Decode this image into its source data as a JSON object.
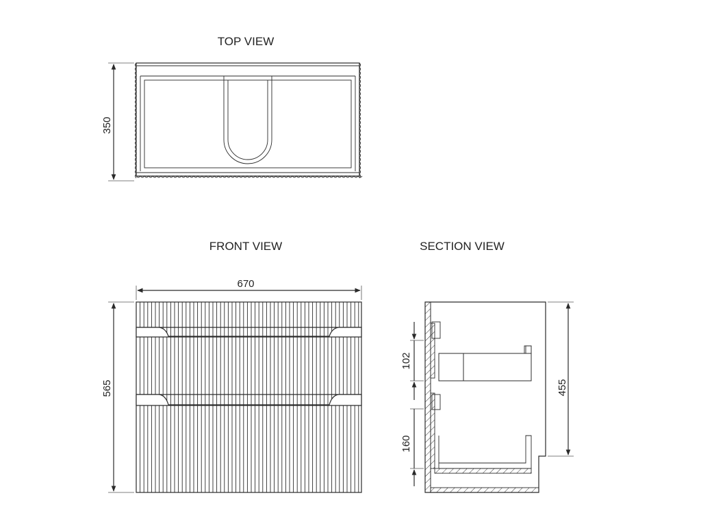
{
  "views": {
    "top": {
      "title": "TOP VIEW",
      "depth": "350"
    },
    "front": {
      "title": "FRONT VIEW",
      "width": "670",
      "height": "565"
    },
    "section": {
      "title": "SECTION VIEW",
      "drawer_upper": "102",
      "drawer_lower": "160",
      "height": "455"
    }
  }
}
